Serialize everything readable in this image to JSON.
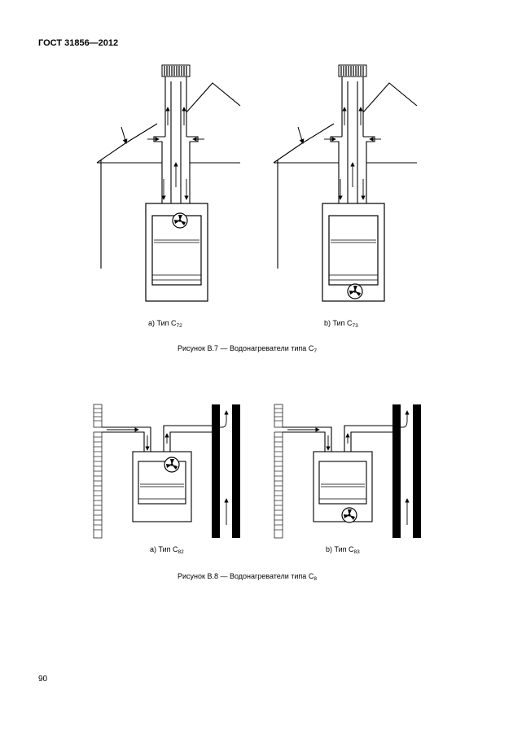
{
  "header": {
    "standard": "ГОСТ 31856—2012"
  },
  "figure_b7": {
    "caption": "Рисунок В.7 — Водонагреватели типа С",
    "caption_sub": "7",
    "panel_a": {
      "label": "а) Тип С",
      "sub": "72"
    },
    "panel_b": {
      "label": "b) Тип С",
      "sub": "73"
    }
  },
  "figure_b8": {
    "caption": "Рисунок В.8 — Водонагреватели типа С",
    "caption_sub": "8",
    "panel_a": {
      "label": "а) Тип С",
      "sub": "82"
    },
    "panel_b": {
      "label": "b) Тип С",
      "sub": "83"
    }
  },
  "footer": {
    "page_number": "90"
  }
}
